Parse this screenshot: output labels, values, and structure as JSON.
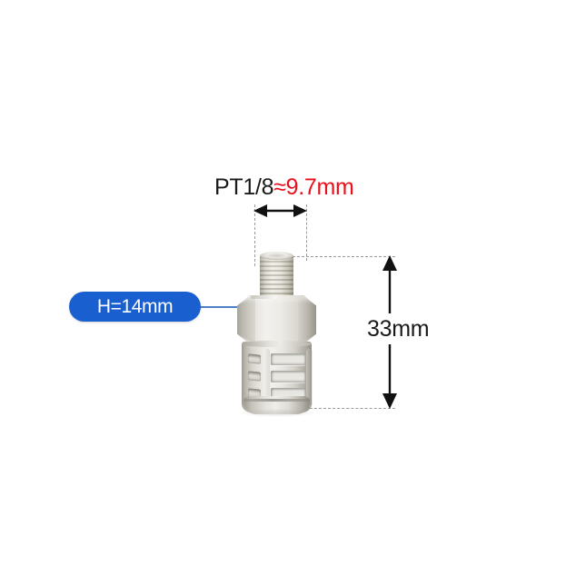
{
  "image": {
    "subject": "pneumatic exhaust muffler / silencer fitting",
    "background_color": "#ffffff"
  },
  "annotations": {
    "top_dimension": {
      "thread_spec": "PT1/8",
      "approx_symbol": "≈",
      "value": "9.7mm",
      "spec_color": "#1a1a1a",
      "value_color": "#e8101a"
    },
    "right_dimension": {
      "label": "33mm",
      "color": "#1a1a1a"
    },
    "callout": {
      "label": "H=14mm",
      "fill_color": "#1a5fd0",
      "text_color": "#ffffff",
      "leader_color": "#4f7fc4",
      "dot_color": "#15b4f0"
    }
  },
  "product": {
    "body_color": "#cfcdc6",
    "parts": [
      "threaded-male-connector",
      "hex-nut",
      "slotted-silencer-body"
    ]
  }
}
